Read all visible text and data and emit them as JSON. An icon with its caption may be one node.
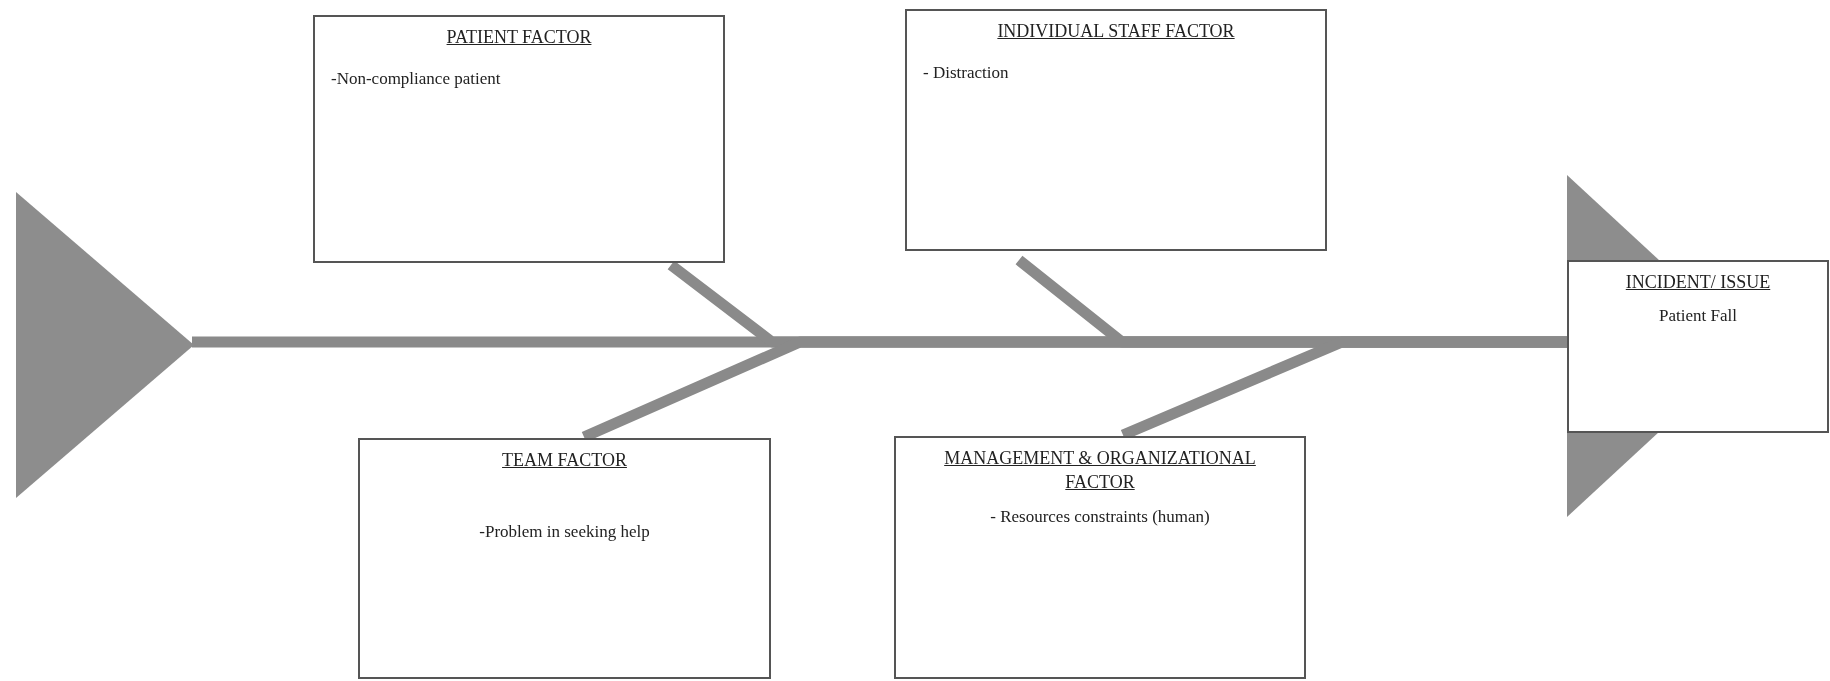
{
  "diagram": {
    "nodes": [
      {
        "text": [],
        "shape": "triangle"
      },
      {
        "text": [
          "PATIENT FACTOR",
          "-Non-compliance patient"
        ]
      },
      {
        "text": [
          "INDIVIDUAL STAFF FACTOR",
          "- Distraction"
        ]
      },
      {
        "text": [
          "TEAM FACTOR",
          "-Problem in seeking help"
        ]
      },
      {
        "text": [
          "MANAGEMENT & ORGANIZATIONAL FACTOR",
          "- Resources constraints (human)"
        ]
      },
      {
        "text": [
          "INCIDENT/ ISSUE",
          "Patient Fall"
        ]
      }
    ],
    "edges": [
      {
        "from": 0,
        "to": 5,
        "arrow": "none"
      },
      {
        "from": 1,
        "to": 5,
        "arrow": "none"
      },
      {
        "from": 2,
        "to": 5,
        "arrow": "none"
      },
      {
        "from": 3,
        "to": 5,
        "arrow": "none"
      },
      {
        "from": 4,
        "to": 5,
        "arrow": "none"
      }
    ]
  }
}
